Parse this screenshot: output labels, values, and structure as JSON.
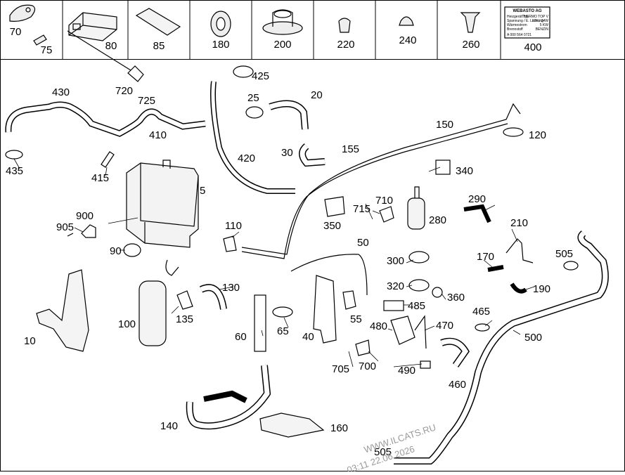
{
  "header_cells": [
    "70",
    "75",
    "80",
    "85",
    "180",
    "200",
    "220",
    "240",
    "260",
    "400"
  ],
  "plate": {
    "brand": "WEBASTO AG",
    "lines_left": [
      "Heizgerät Typ",
      "Spannung / E. Leistung",
      "Wärmestrom",
      "Brennstoff"
    ],
    "lines_right": [
      "THERMO TOP V",
      "12V / 34W",
      "5 KW",
      "BENZIN"
    ],
    "part_no": "A 000 564 0721"
  },
  "callouts": [
    {
      "id": "720"
    },
    {
      "id": "725"
    },
    {
      "id": "425"
    },
    {
      "id": "430"
    },
    {
      "id": "25"
    },
    {
      "id": "20"
    },
    {
      "id": "410"
    },
    {
      "id": "435"
    },
    {
      "id": "415"
    },
    {
      "id": "420"
    },
    {
      "id": "30"
    },
    {
      "id": "155"
    },
    {
      "id": "150"
    },
    {
      "id": "120"
    },
    {
      "id": "340"
    },
    {
      "id": "5"
    },
    {
      "id": "710"
    },
    {
      "id": "715"
    },
    {
      "id": "290"
    },
    {
      "id": "350"
    },
    {
      "id": "280"
    },
    {
      "id": "210"
    },
    {
      "id": "900"
    },
    {
      "id": "905"
    },
    {
      "id": "110"
    },
    {
      "id": "50"
    },
    {
      "id": "90"
    },
    {
      "id": "170"
    },
    {
      "id": "505"
    },
    {
      "id": "300"
    },
    {
      "id": "190"
    },
    {
      "id": "130"
    },
    {
      "id": "320"
    },
    {
      "id": "360"
    },
    {
      "id": "485"
    },
    {
      "id": "465"
    },
    {
      "id": "100"
    },
    {
      "id": "135"
    },
    {
      "id": "65"
    },
    {
      "id": "55"
    },
    {
      "id": "480"
    },
    {
      "id": "470"
    },
    {
      "id": "500"
    },
    {
      "id": "60"
    },
    {
      "id": "40"
    },
    {
      "id": "10"
    },
    {
      "id": "705"
    },
    {
      "id": "700"
    },
    {
      "id": "490"
    },
    {
      "id": "460"
    },
    {
      "id": "140"
    },
    {
      "id": "160"
    },
    {
      "id": "505"
    }
  ],
  "watermark": "WWW.ILCATS.RU",
  "timestamp": "03:11 22.06.2026"
}
